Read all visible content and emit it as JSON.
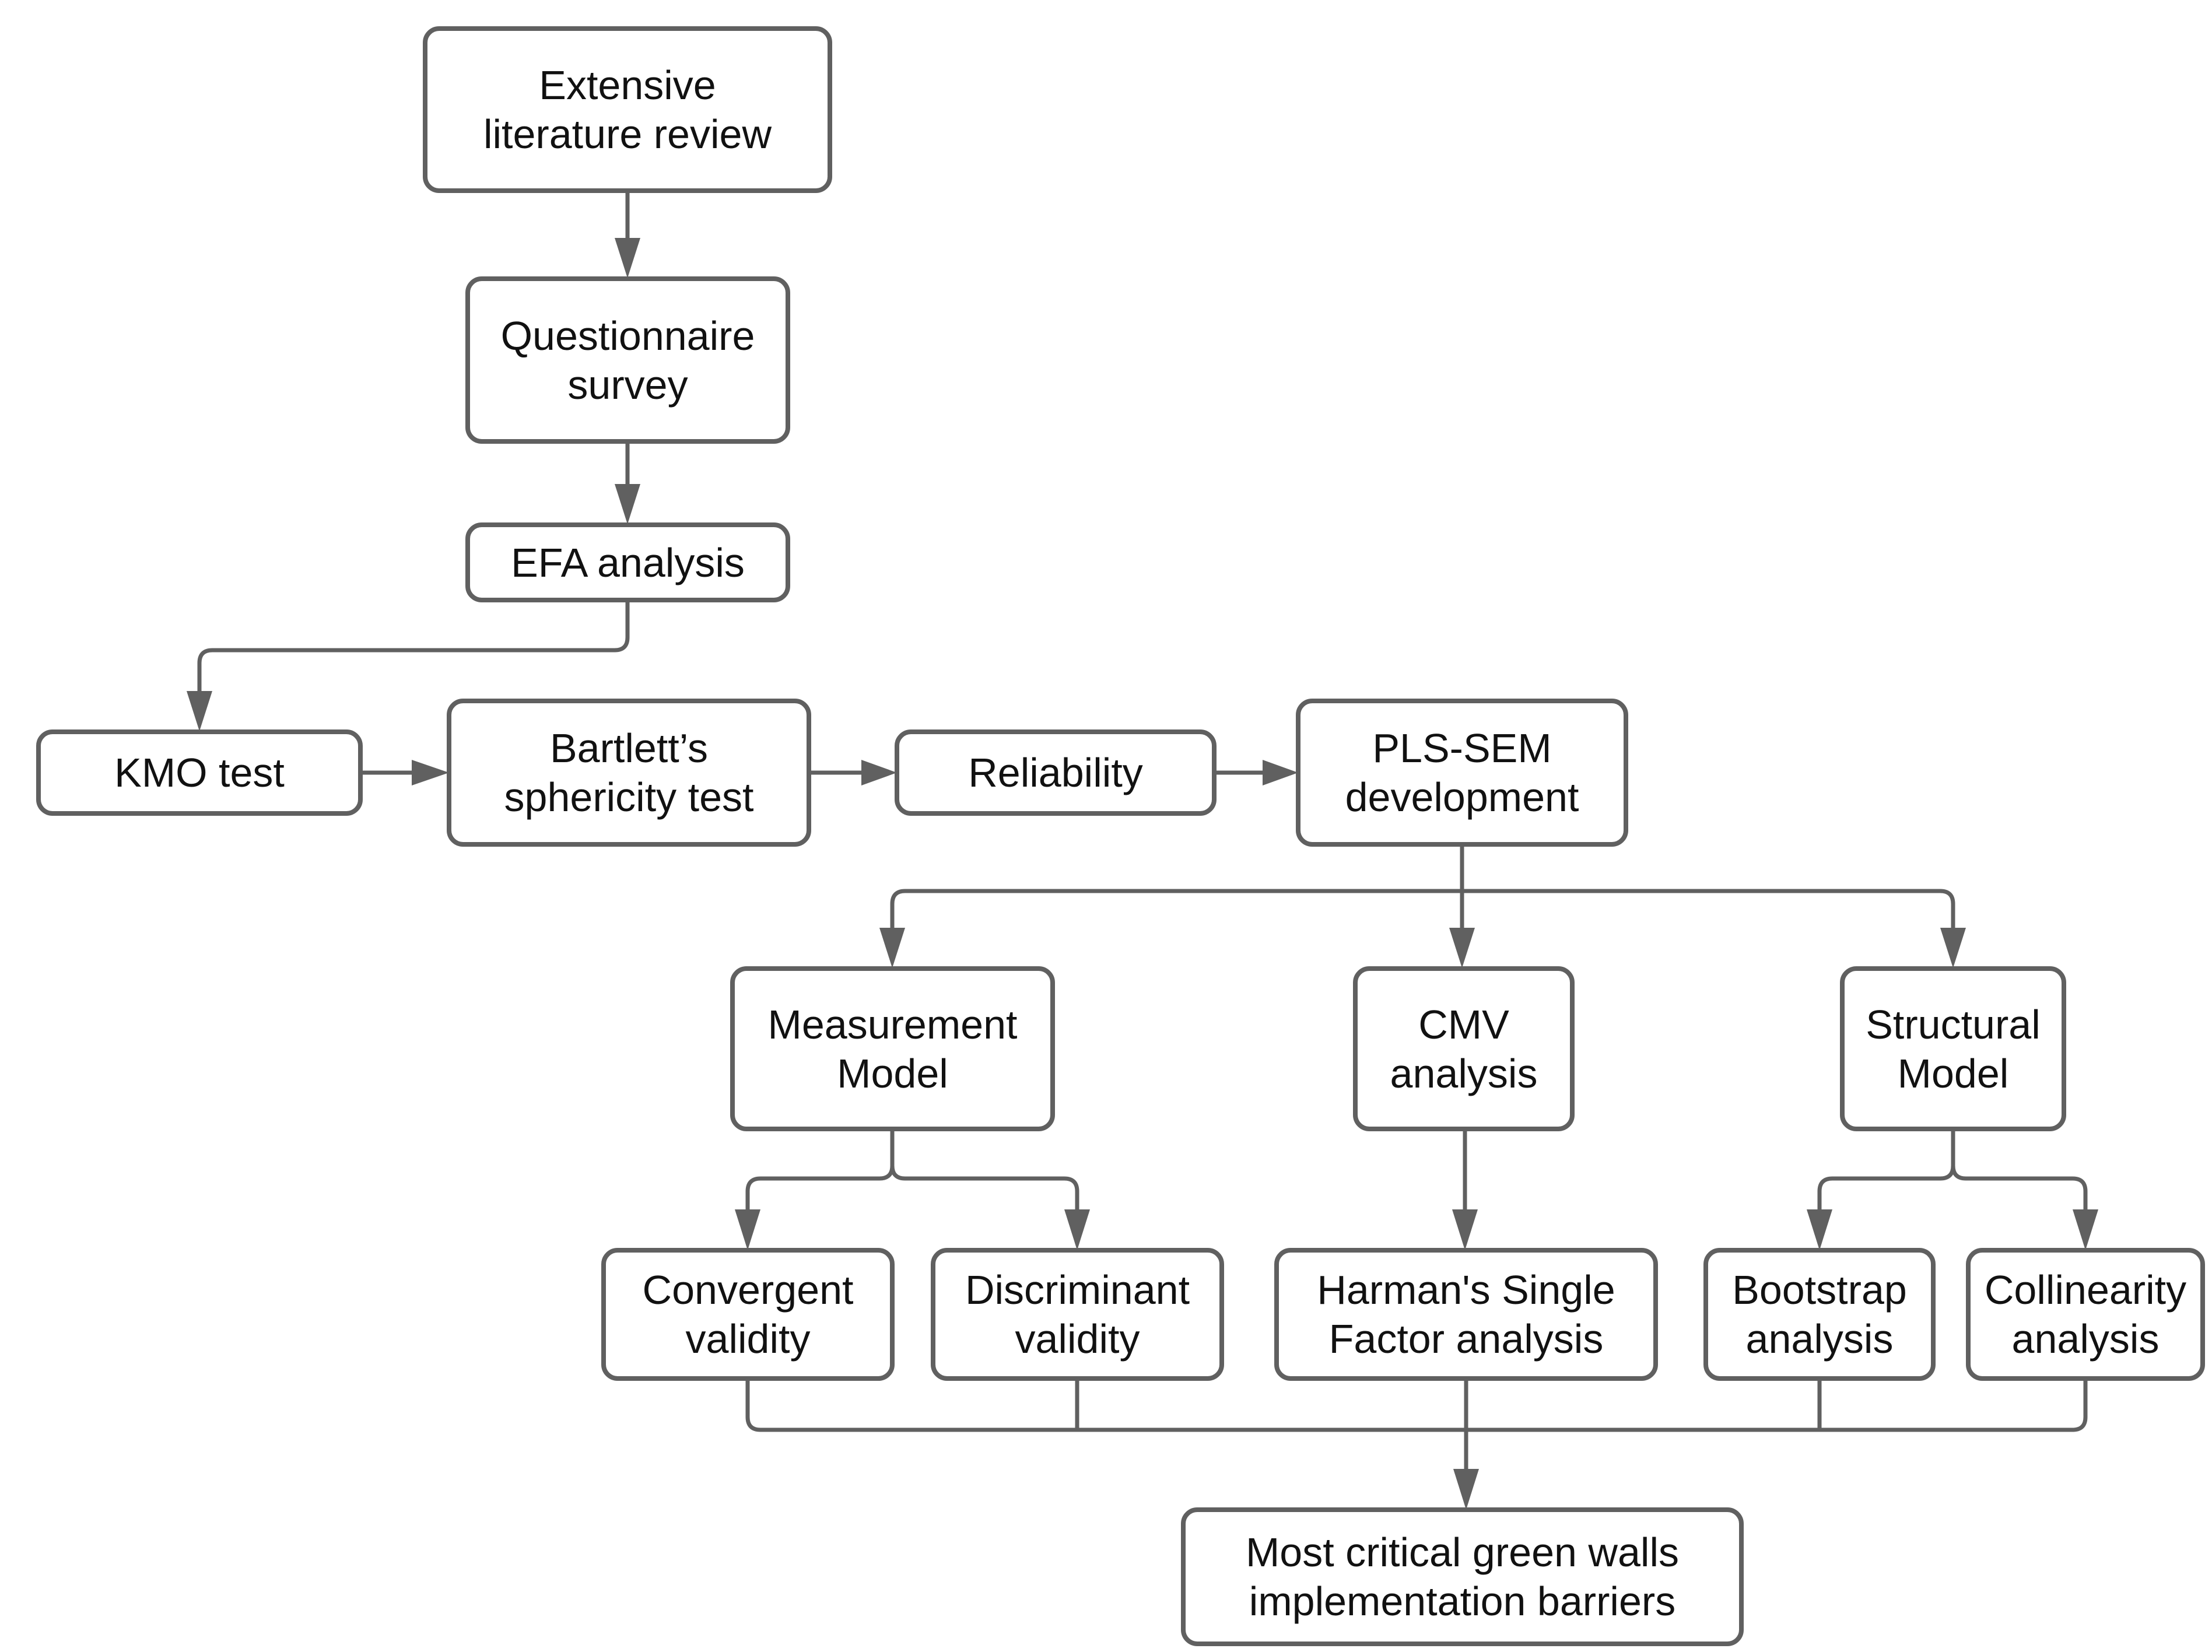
{
  "diagram": {
    "type": "flowchart",
    "background_color": "#ffffff",
    "stroke_color": "#606060",
    "text_color": "#111111",
    "nodes": [
      {
        "id": "extensive-literature-review",
        "label": "Extensive\nliterature review"
      },
      {
        "id": "questionnaire-survey",
        "label": "Questionnaire\nsurvey"
      },
      {
        "id": "efa-analysis",
        "label": "EFA analysis"
      },
      {
        "id": "kmo-test",
        "label": "KMO test"
      },
      {
        "id": "bartletts-sphericity-test",
        "label": "Bartlett’s\nsphericity test"
      },
      {
        "id": "reliability",
        "label": "Reliability"
      },
      {
        "id": "pls-sem-development",
        "label": "PLS-SEM\ndevelopment"
      },
      {
        "id": "measurement-model",
        "label": "Measurement\nModel"
      },
      {
        "id": "cmv-analysis",
        "label": "CMV\nanalysis"
      },
      {
        "id": "structural-model",
        "label": "Structural\nModel"
      },
      {
        "id": "convergent-validity",
        "label": "Convergent\nvalidity"
      },
      {
        "id": "discriminant-validity",
        "label": "Discriminant\nvalidity"
      },
      {
        "id": "harmans-single-factor-analysis",
        "label": "Harman's Single\nFactor analysis"
      },
      {
        "id": "bootstrap-analysis",
        "label": "Bootstrap\nanalysis"
      },
      {
        "id": "collinearity-analysis",
        "label": "Collinearity\nanalysis"
      },
      {
        "id": "most-critical-barriers",
        "label": "Most critical green walls\nimplementation barriers"
      }
    ],
    "edges": [
      {
        "from": "extensive-literature-review",
        "to": "questionnaire-survey"
      },
      {
        "from": "questionnaire-survey",
        "to": "efa-analysis"
      },
      {
        "from": "efa-analysis",
        "to": "kmo-test"
      },
      {
        "from": "kmo-test",
        "to": "bartletts-sphericity-test"
      },
      {
        "from": "bartletts-sphericity-test",
        "to": "reliability"
      },
      {
        "from": "reliability",
        "to": "pls-sem-development"
      },
      {
        "from": "pls-sem-development",
        "to": "measurement-model"
      },
      {
        "from": "pls-sem-development",
        "to": "cmv-analysis"
      },
      {
        "from": "pls-sem-development",
        "to": "structural-model"
      },
      {
        "from": "measurement-model",
        "to": "convergent-validity"
      },
      {
        "from": "measurement-model",
        "to": "discriminant-validity"
      },
      {
        "from": "cmv-analysis",
        "to": "harmans-single-factor-analysis"
      },
      {
        "from": "structural-model",
        "to": "bootstrap-analysis"
      },
      {
        "from": "structural-model",
        "to": "collinearity-analysis"
      },
      {
        "from": "convergent-validity",
        "to": "most-critical-barriers"
      },
      {
        "from": "discriminant-validity",
        "to": "most-critical-barriers"
      },
      {
        "from": "harmans-single-factor-analysis",
        "to": "most-critical-barriers"
      },
      {
        "from": "bootstrap-analysis",
        "to": "most-critical-barriers"
      },
      {
        "from": "collinearity-analysis",
        "to": "most-critical-barriers"
      }
    ]
  }
}
